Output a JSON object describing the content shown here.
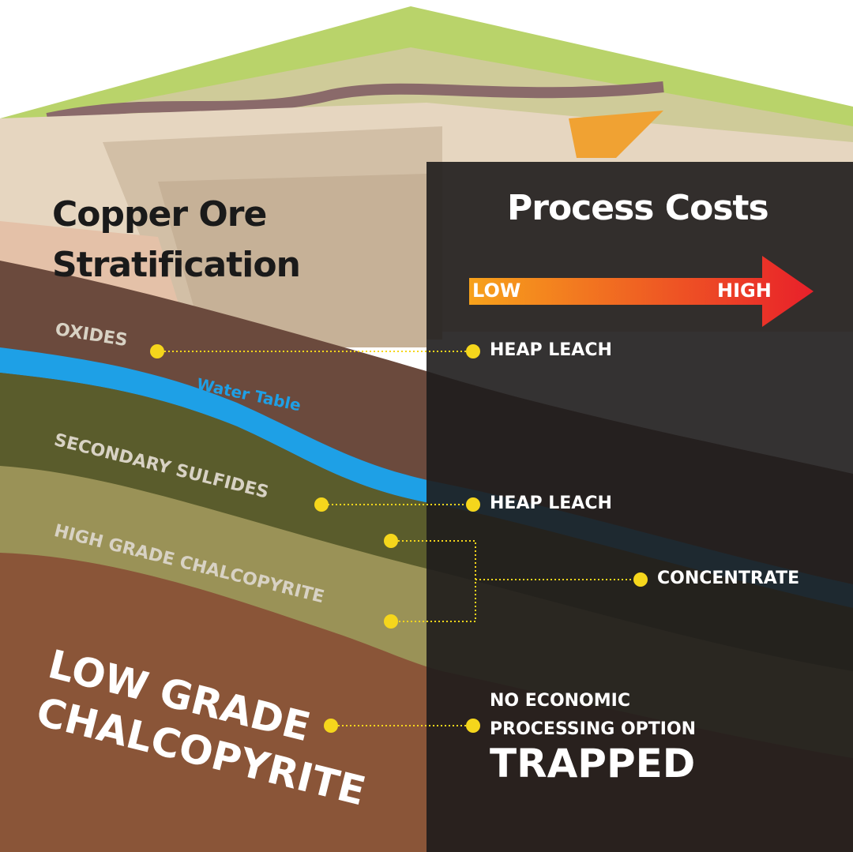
{
  "title_left": [
    "Copper Ore",
    "Stratification"
  ],
  "title_right": "Process Costs",
  "cost_scale": {
    "low": "LOW",
    "high": "HIGH"
  },
  "water_table": "Water Table",
  "strata": {
    "oxides": "OXIDES",
    "secondary_sulfides": "SECONDARY SULFIDES",
    "high_grade": "HIGH GRADE CHALCOPYRITE",
    "low_grade": [
      "LOW GRADE",
      "CHALCOPYRITE"
    ]
  },
  "processes": {
    "oxides": "HEAP LEACH",
    "secondary_sulfides": "HEAP LEACH",
    "high_grade": "CONCENTRATE",
    "low_grade": [
      "NO ECONOMIC",
      "PROCESSING OPTION"
    ],
    "low_grade_status": "TRAPPED"
  },
  "colors": {
    "accent": "#f5d61c",
    "water": "#1ea0e6",
    "arrow_start": "#f7a21b",
    "arrow_end": "#e8202a"
  }
}
